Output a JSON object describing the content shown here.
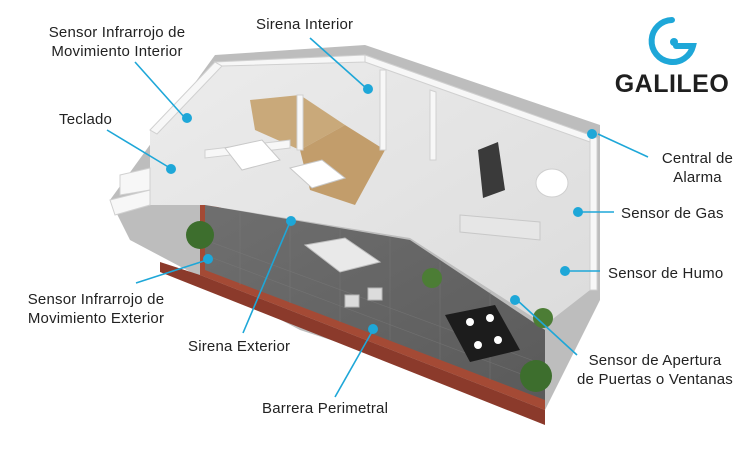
{
  "brand": {
    "name": "GALILEO",
    "accent": "#1ea7d8"
  },
  "colors": {
    "leader": "#1ea7d8",
    "text": "#222222"
  },
  "labels": {
    "sensor_pir_interior": "Sensor Infrarrojo de\nMovimiento Interior",
    "sirena_interior": "Sirena Interior",
    "teclado": "Teclado",
    "central_alarma": "Central de\nAlarma",
    "sensor_gas": "Sensor de Gas",
    "sensor_humo": "Sensor de Humo",
    "sensor_pir_exterior": "Sensor Infrarrojo de\nMovimiento Exterior",
    "sirena_exterior": "Sirena Exterior",
    "sensor_apertura": "Sensor de Apertura\nde Puertas o Ventanas",
    "barrera_perimetral": "Barrera Perimetral"
  }
}
